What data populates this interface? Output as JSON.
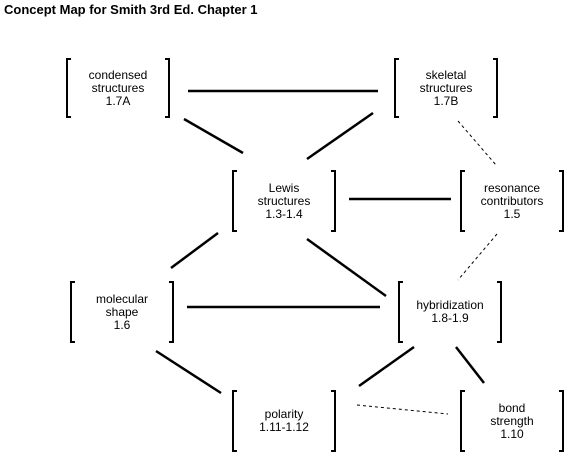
{
  "title": "Concept Map for Smith 3rd Ed. Chapter 1",
  "nodes": {
    "condensed": {
      "text": "condensed\nstructures\n1.7A"
    },
    "skeletal": {
      "text": "skeletal\nstructures\n1.7B"
    },
    "lewis": {
      "text": "Lewis\nstructures\n1.3-1.4"
    },
    "resonance": {
      "text": "resonance\ncontributors\n1.5"
    },
    "molecular": {
      "text": "molecular\nshape\n1.6"
    },
    "hybridization": {
      "text": "hybridization\n1.8-1.9"
    },
    "polarity": {
      "text": "polarity\n1.11-1.12"
    },
    "bond": {
      "text": "bond\nstrength\n1.10"
    }
  },
  "links": [
    {
      "from": "condensed",
      "to": "skeletal",
      "style": "solid"
    },
    {
      "from": "condensed",
      "to": "lewis",
      "style": "solid"
    },
    {
      "from": "skeletal",
      "to": "lewis",
      "style": "solid"
    },
    {
      "from": "skeletal",
      "to": "resonance",
      "style": "dashed"
    },
    {
      "from": "lewis",
      "to": "resonance",
      "style": "solid"
    },
    {
      "from": "lewis",
      "to": "molecular",
      "style": "solid"
    },
    {
      "from": "lewis",
      "to": "hybridization",
      "style": "solid"
    },
    {
      "from": "resonance",
      "to": "hybridization",
      "style": "dashed"
    },
    {
      "from": "molecular",
      "to": "hybridization",
      "style": "solid"
    },
    {
      "from": "molecular",
      "to": "polarity",
      "style": "solid"
    },
    {
      "from": "hybridization",
      "to": "polarity",
      "style": "solid"
    },
    {
      "from": "hybridization",
      "to": "bond",
      "style": "solid"
    },
    {
      "from": "polarity",
      "to": "bond",
      "style": "dashed"
    }
  ]
}
